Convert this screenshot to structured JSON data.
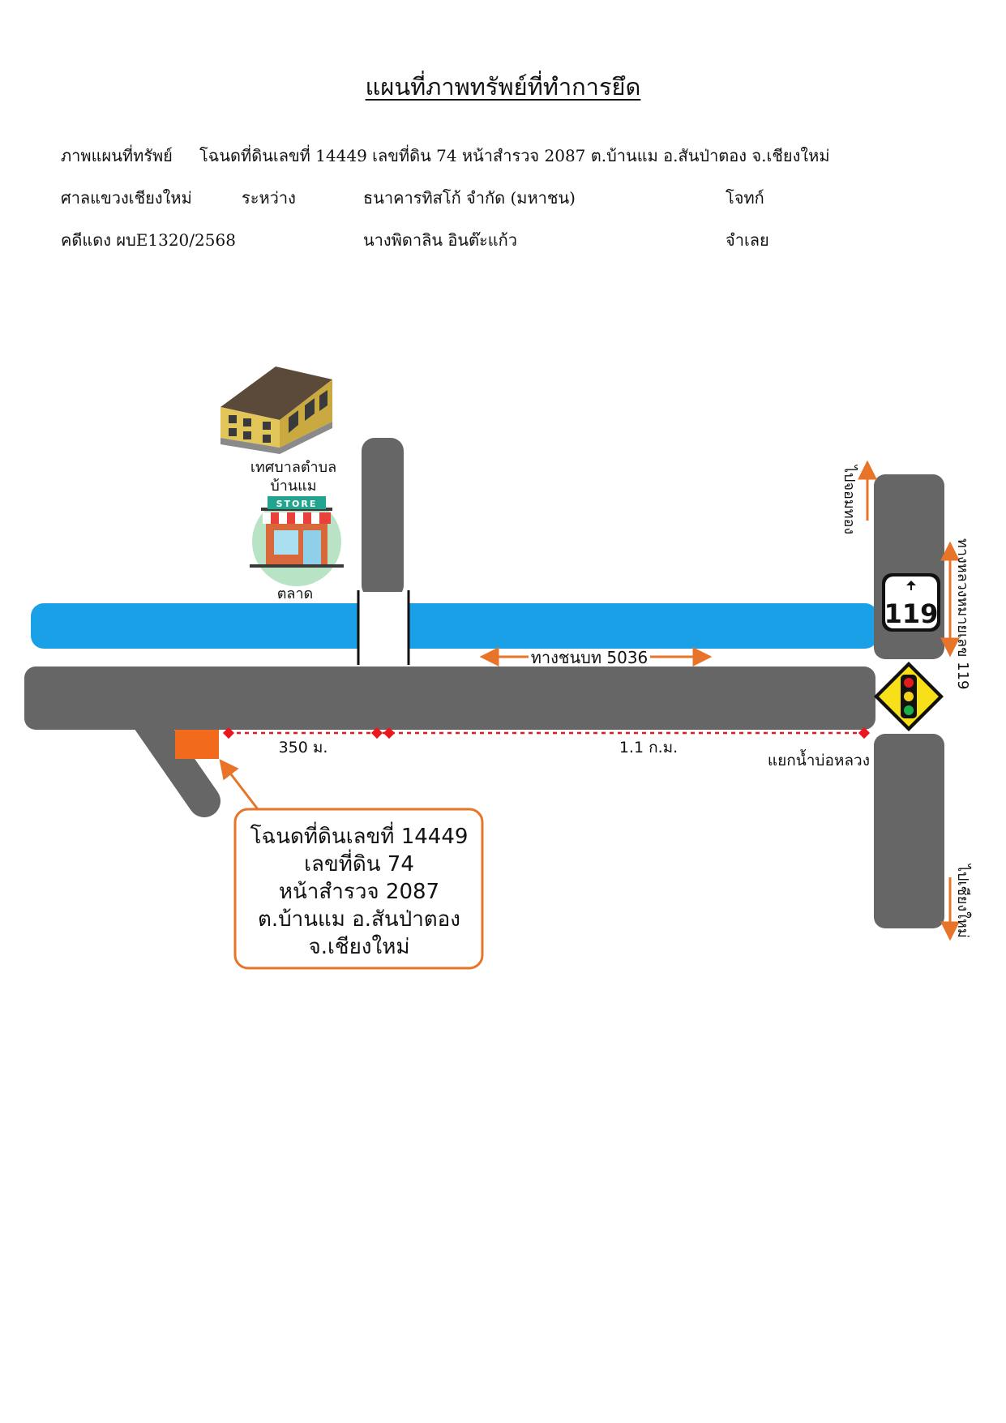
{
  "page_title": "แผนที่ภาพทรัพย์ที่ทำการยึด",
  "header": {
    "row1_label": "ภาพแผนที่ทรัพย์",
    "row1_value": "โฉนดที่ดินเลขที่ 14449 เลขที่ดิน 74 หน้าสำรวจ 2087 ต.บ้านแม อ.สันป่าตอง จ.เชียงใหม่",
    "court": "ศาลแขวงเชียงใหม่",
    "between": "ระหว่าง",
    "plaintiff": "ธนาคารทิสโก้ จำกัด (มหาชน)",
    "plaintiff_role": "โจทก์",
    "case_no": "คดีแดง ผบE1320/2568",
    "defendant": "นางพิดาลิน อินต๊ะแก้ว",
    "defendant_role": "จำเลย"
  },
  "map": {
    "landmarks": {
      "municipality_line1": "เทศบาลตำบล",
      "municipality_line2": "บ้านแม",
      "store_sign": "STORE",
      "market": "ตลาด"
    },
    "roads": {
      "rural_road": "ทางชนบท 5036",
      "highway_label": "ทางหลวงหมายเลข 119",
      "highway_number": "119",
      "to_north": "ไปจอมทอง",
      "to_south": "ไปเชียงใหม่",
      "junction": "แยกน้ำบ่อหลวง"
    },
    "distances": {
      "short": "350 ม.",
      "long": "1.1 ก.ม."
    },
    "callout": {
      "line1": "โฉนดที่ดินเลขที่ 14449",
      "line2": "เลขที่ดิน 74",
      "line3": "หน้าสำรวจ 2087",
      "line4": "ต.บ้านแม อ.สันป่าตอง",
      "line5": "จ.เชียงใหม่"
    },
    "colors": {
      "road": "#666666",
      "canal": "#1aa0e6",
      "parcel": "#f26a1b",
      "arrow": "#e8742a",
      "dotted": "#e8181e"
    }
  }
}
